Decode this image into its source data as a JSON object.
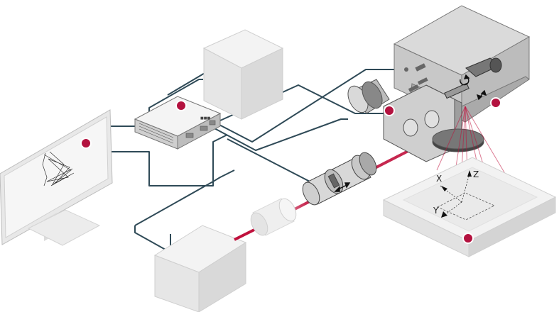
{
  "axes": {
    "x": "X",
    "y": "Y",
    "z": "Z"
  },
  "colors": {
    "cable": "#2f4a57",
    "beam": "#c0103c",
    "marker": "#b3123f",
    "box_top": "#f1f1f1",
    "box_left": "#e3e3e3",
    "box_right": "#d6d6d6",
    "outline": "#9a9a9a"
  },
  "icons": [
    "hotspot-marker",
    "rotation-arrow",
    "adjustment-arrow"
  ]
}
